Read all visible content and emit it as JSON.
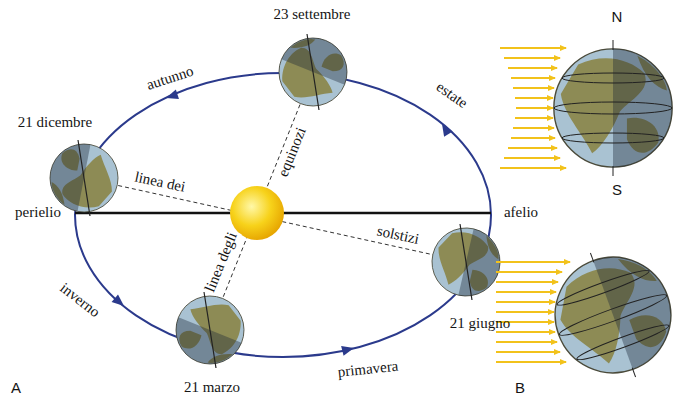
{
  "diagram": {
    "labels": [
      "23 settembre",
      "autunno",
      "estate",
      "21 dicembre",
      "linea dei",
      "equinozi",
      "perielio",
      "afelio",
      "solstizi",
      "inverno",
      "linea degli",
      "21 marzo",
      "primavera",
      "21 giugno",
      "A",
      "N",
      "S",
      "B"
    ]
  }
}
